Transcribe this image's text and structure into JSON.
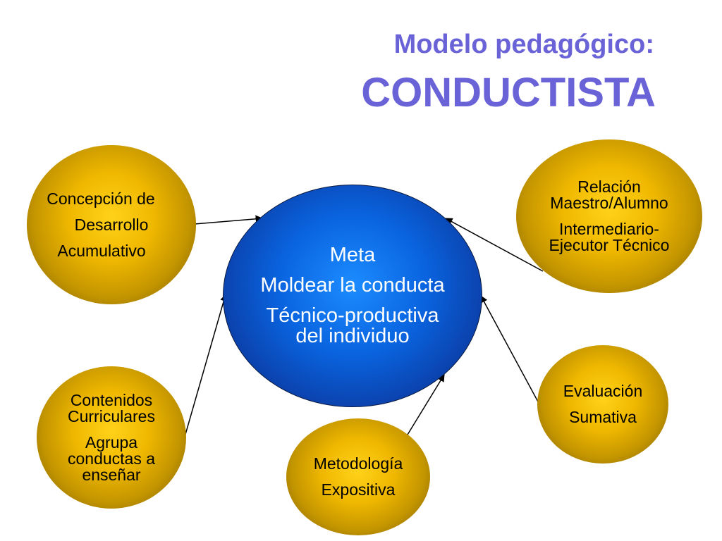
{
  "header": {
    "title_line1": "Modelo pedagógico:",
    "title_line2": "CONDUCTISTA"
  },
  "center": {
    "line1": "Meta",
    "line2": "Moldear la conducta",
    "line3": "Técnico-productiva",
    "line4": "del individuo"
  },
  "nodes": {
    "concepcion": {
      "line1": "Concepción de",
      "line2": "Desarrollo",
      "line3": "Acumulativo"
    },
    "relacion": {
      "line1": "Relación",
      "line2": "Maestro/Alumno",
      "line3": "Intermediario-",
      "line4": "Ejecutor Técnico"
    },
    "contenidos": {
      "line1": "Contenidos",
      "line2": "Curriculares",
      "line3": "Agrupa",
      "line4": "conductas a",
      "line5": "enseñar"
    },
    "metodologia": {
      "line1": "Metodología",
      "line2": "Expositiva"
    },
    "evaluacion": {
      "line1": "Evaluación",
      "line2": "Sumativa"
    }
  },
  "colors": {
    "title": "#6a63d8",
    "center_fill": "#0a64e0",
    "node_fill": "#d4a300"
  }
}
